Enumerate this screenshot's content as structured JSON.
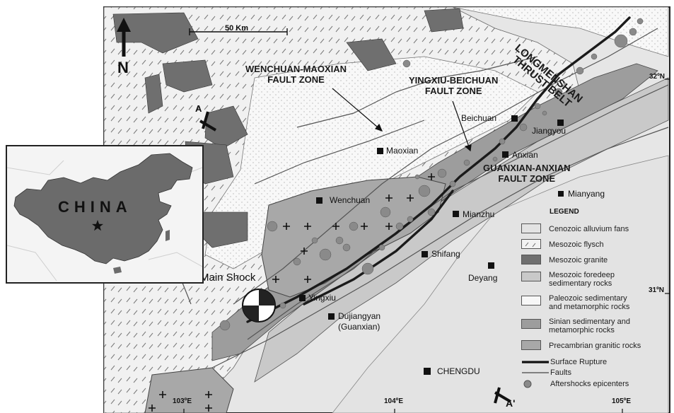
{
  "scale_bar": "50 Km",
  "north": "N",
  "section_markers": {
    "start": "A",
    "end": "A'"
  },
  "fault_zones": {
    "wenchuan": "WENCHUAN-MAOXIAN\nFAULT ZONE",
    "yingxiu": "YINGXIU-BEICHUAN\nFAULT ZONE",
    "guanxian": "GUANXIAN-ANXIAN\nFAULT ZONE",
    "longmenshan": "LONGMENSHAN\nTHRUST BELT"
  },
  "cities": {
    "beichuan": "Beichuan",
    "jiangyou": "Jiangyou",
    "maoxian": "Maoxian",
    "anxian": "Anxian",
    "mianyang": "Mianyang",
    "wenchuan": "Wenchuan",
    "mianzhu": "Mianzhu",
    "shifang": "Shifang",
    "deyang": "Deyang",
    "yingxiu": "Yingxiu",
    "dujiangyan": "Dujiangyan\n(Guanxian)",
    "chengdu": "CHENGDU"
  },
  "main_shock": "Main Shock",
  "coordinates": {
    "lat32": "32ºN",
    "lat31": "31ºN",
    "lon103": "103ºE",
    "lon104": "104ºE",
    "lon105": "105ºE"
  },
  "inset": {
    "label": "CHINA"
  },
  "legend": {
    "title": "LEGEND",
    "items": [
      {
        "label": "Cenozoic alluvium fans",
        "color": "#e3e3e3"
      },
      {
        "label": "Mesozoic flysch",
        "color": "#f2f2f2"
      },
      {
        "label": "Mesozoic granite",
        "color": "#6f6f6f"
      },
      {
        "label": "Mesozoic foredeep\nsedimentary rocks",
        "color": "#c9c9c9"
      },
      {
        "label": "Paleozoic sedimentary\nand metamorphic rocks",
        "color": "#f7f7f7"
      },
      {
        "label": "Sinian sedimentary and\nmetamorphic rocks",
        "color": "#9d9d9d"
      },
      {
        "label": "Precambrian granitic rocks",
        "color": "#a8a8a8"
      },
      {
        "label": "Surface Rupture",
        "color": "#222222"
      },
      {
        "label": "Faults",
        "color": "#555555"
      },
      {
        "label": "Aftershocks epicenters",
        "color": "#8a8a8a"
      }
    ]
  }
}
